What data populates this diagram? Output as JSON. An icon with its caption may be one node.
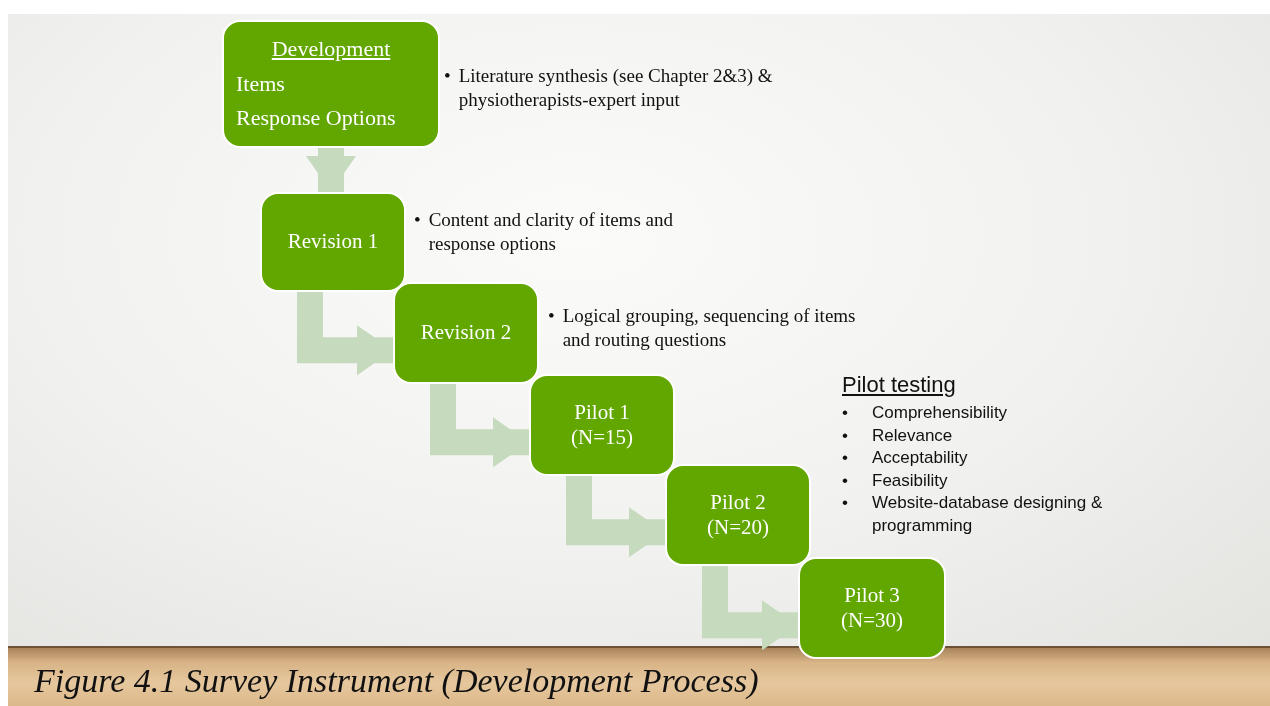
{
  "diagram": {
    "caption": "Figure 4.1 Survey Instrument (Development Process)",
    "nodes": [
      {
        "text": [
          "Development",
          "Items",
          "Response Options"
        ],
        "beside": [
          "•",
          "Literature synthesis (see Chapter 2&3) & physiotherapists-expert input"
        ]
      },
      {
        "text": [
          "Revision 1"
        ],
        "beside": [
          "•",
          "Content and clarity of items and response options"
        ]
      },
      {
        "text": [
          "Revision 2"
        ],
        "beside": [
          "•",
          "Logical grouping, sequencing of items and routing questions"
        ]
      },
      {
        "text": [
          "Pilot 1 (N=15)"
        ]
      },
      {
        "text": [
          "Pilot 2 (N=20)"
        ]
      },
      {
        "text": [
          "Pilot 3 (N=30)"
        ]
      }
    ],
    "edges": [
      {
        "from": 0,
        "to": 1,
        "arrow": "to"
      },
      {
        "from": 1,
        "to": 2,
        "arrow": "to"
      },
      {
        "from": 2,
        "to": 3,
        "arrow": "to"
      },
      {
        "from": 3,
        "to": 4,
        "arrow": "to"
      },
      {
        "from": 4,
        "to": 5,
        "arrow": "to"
      }
    ],
    "labels": [
      "Pilot testing",
      "•",
      "Comprehensibility",
      "•",
      "Relevance",
      "•",
      "Acceptability",
      "•",
      "Feasibility",
      "•",
      "Website-database designing & programming"
    ]
  }
}
